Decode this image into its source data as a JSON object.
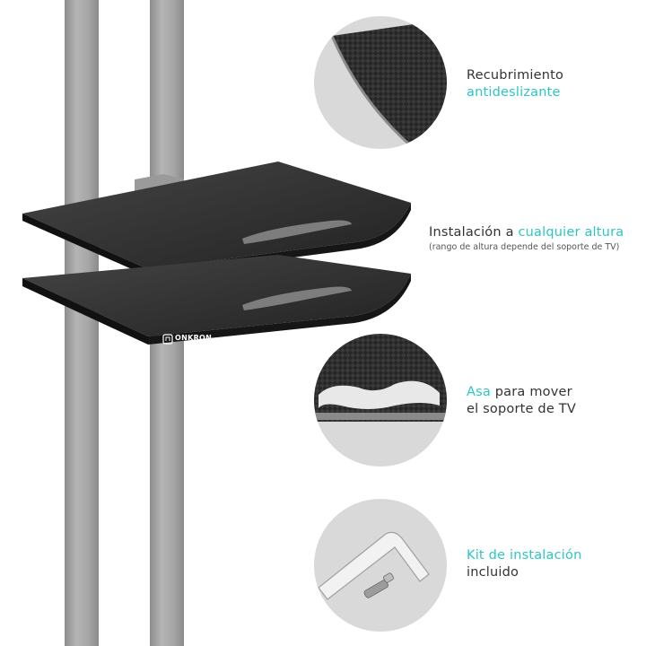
{
  "brand": {
    "name": "ONKRON"
  },
  "features": [
    {
      "pre": "Recubrimiento",
      "accent": "antideslizante",
      "post": "",
      "note": ""
    },
    {
      "pre": "Instalación a ",
      "accent": "cualquier altura",
      "post": "",
      "note": "(rango de altura depende del soporte de TV)"
    },
    {
      "pre": "",
      "accent": "Asa",
      "post": " para mover",
      "line2": "el soporte de TV",
      "note": ""
    },
    {
      "pre": "",
      "accent": "Kit de instalación",
      "post": "",
      "line2": "incluido",
      "note": ""
    }
  ],
  "colors": {
    "accent": "#2cc6c6",
    "pole": "#a9a9a9",
    "shelf": "#2a2a2a",
    "circle_bg": "#d9d9d9"
  },
  "icons": [
    "onkron-logo-icon",
    "pole-graphic",
    "shelf-graphic",
    "texture-detail-icon",
    "handle-detail-icon",
    "hex-key-icon"
  ]
}
